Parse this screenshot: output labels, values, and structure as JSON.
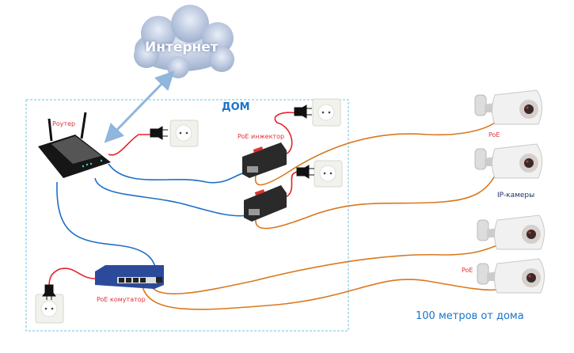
{
  "internet_label": "Интернет",
  "house_label": "ДОМ",
  "router_label": "Роутер",
  "injector_label": "PoE инжектор",
  "switch_label": "PoE комутатор",
  "camera_poe_label_1": "PoE",
  "camera_poe_label_2": "PoE",
  "cameras_label": "IP-камеры",
  "distance_label": "100 метров от дома",
  "colors": {
    "lan_cable": "#1f6fc4",
    "poe_cable": "#d9781e",
    "power_cable": "#e5222b",
    "house_border": "#6cc3e0",
    "title_blue": "#1a73c8"
  }
}
